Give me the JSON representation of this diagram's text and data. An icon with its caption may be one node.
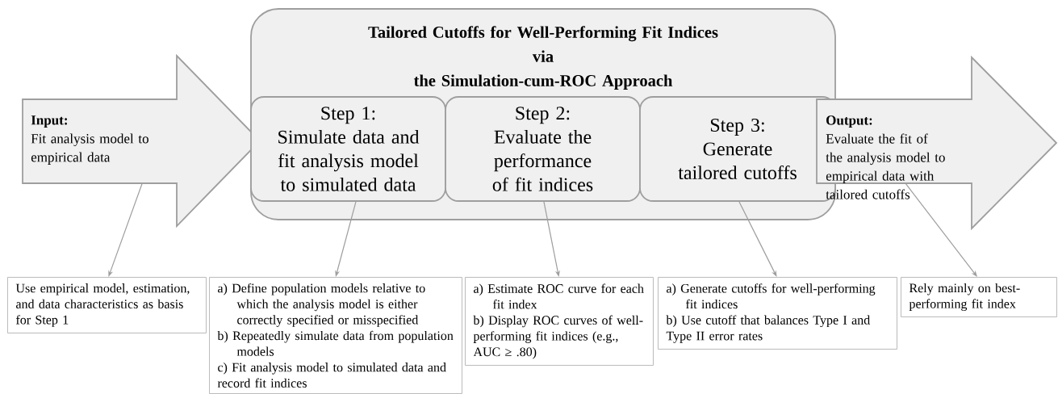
{
  "diagram": {
    "nodes": [
      {
        "text": [
          "Tailored Cutoffs for Well-Performing Fit Indices",
          "via",
          "the Simulation-cum-ROC Approach"
        ]
      },
      {
        "text": [
          "Input:",
          "Fit analysis model to empirical data"
        ]
      },
      {
        "text": [
          "Step 1:",
          "Simulate data and fit analysis model to simulated data"
        ],
        "in": 0
      },
      {
        "text": [
          "Step 2:",
          "Evaluate the performance of fit indices"
        ],
        "in": 0
      },
      {
        "text": [
          "Step 3:",
          "Generate tailored cutoffs"
        ],
        "in": 0
      },
      {
        "text": [
          "Output:",
          "Evaluate the fit of the analysis model to empirical data with tailored cutoffs"
        ]
      },
      {
        "text": [
          "Use empirical model, estimation, and data characteristics as basis for Step 1"
        ]
      },
      {
        "text": [
          "a) Define population models relative to which the analysis model is either correctly specified or misspecified",
          "b) Repeatedly simulate data from population models",
          "c) Fit analysis model to simulated data and record fit indices"
        ]
      },
      {
        "text": [
          "a) Estimate ROC curve for each fit index",
          "b) Display ROC curves of well-performing fit indices (e.g., AUC ≥ .80)"
        ]
      },
      {
        "text": [
          "a) Generate cutoffs for well-performing fit indices",
          "b) Use cutoff that balances Type I and Type II error rates"
        ]
      },
      {
        "text": [
          "Rely mainly on best-performing fit index"
        ]
      }
    ],
    "edges": [
      {
        "from": 1,
        "to": 6,
        "arrow": "to"
      },
      {
        "from": 2,
        "to": 7,
        "arrow": "to"
      },
      {
        "from": 3,
        "to": 8,
        "arrow": "to"
      },
      {
        "from": 4,
        "to": 9,
        "arrow": "to"
      },
      {
        "from": 5,
        "to": 10,
        "arrow": "to"
      }
    ]
  }
}
